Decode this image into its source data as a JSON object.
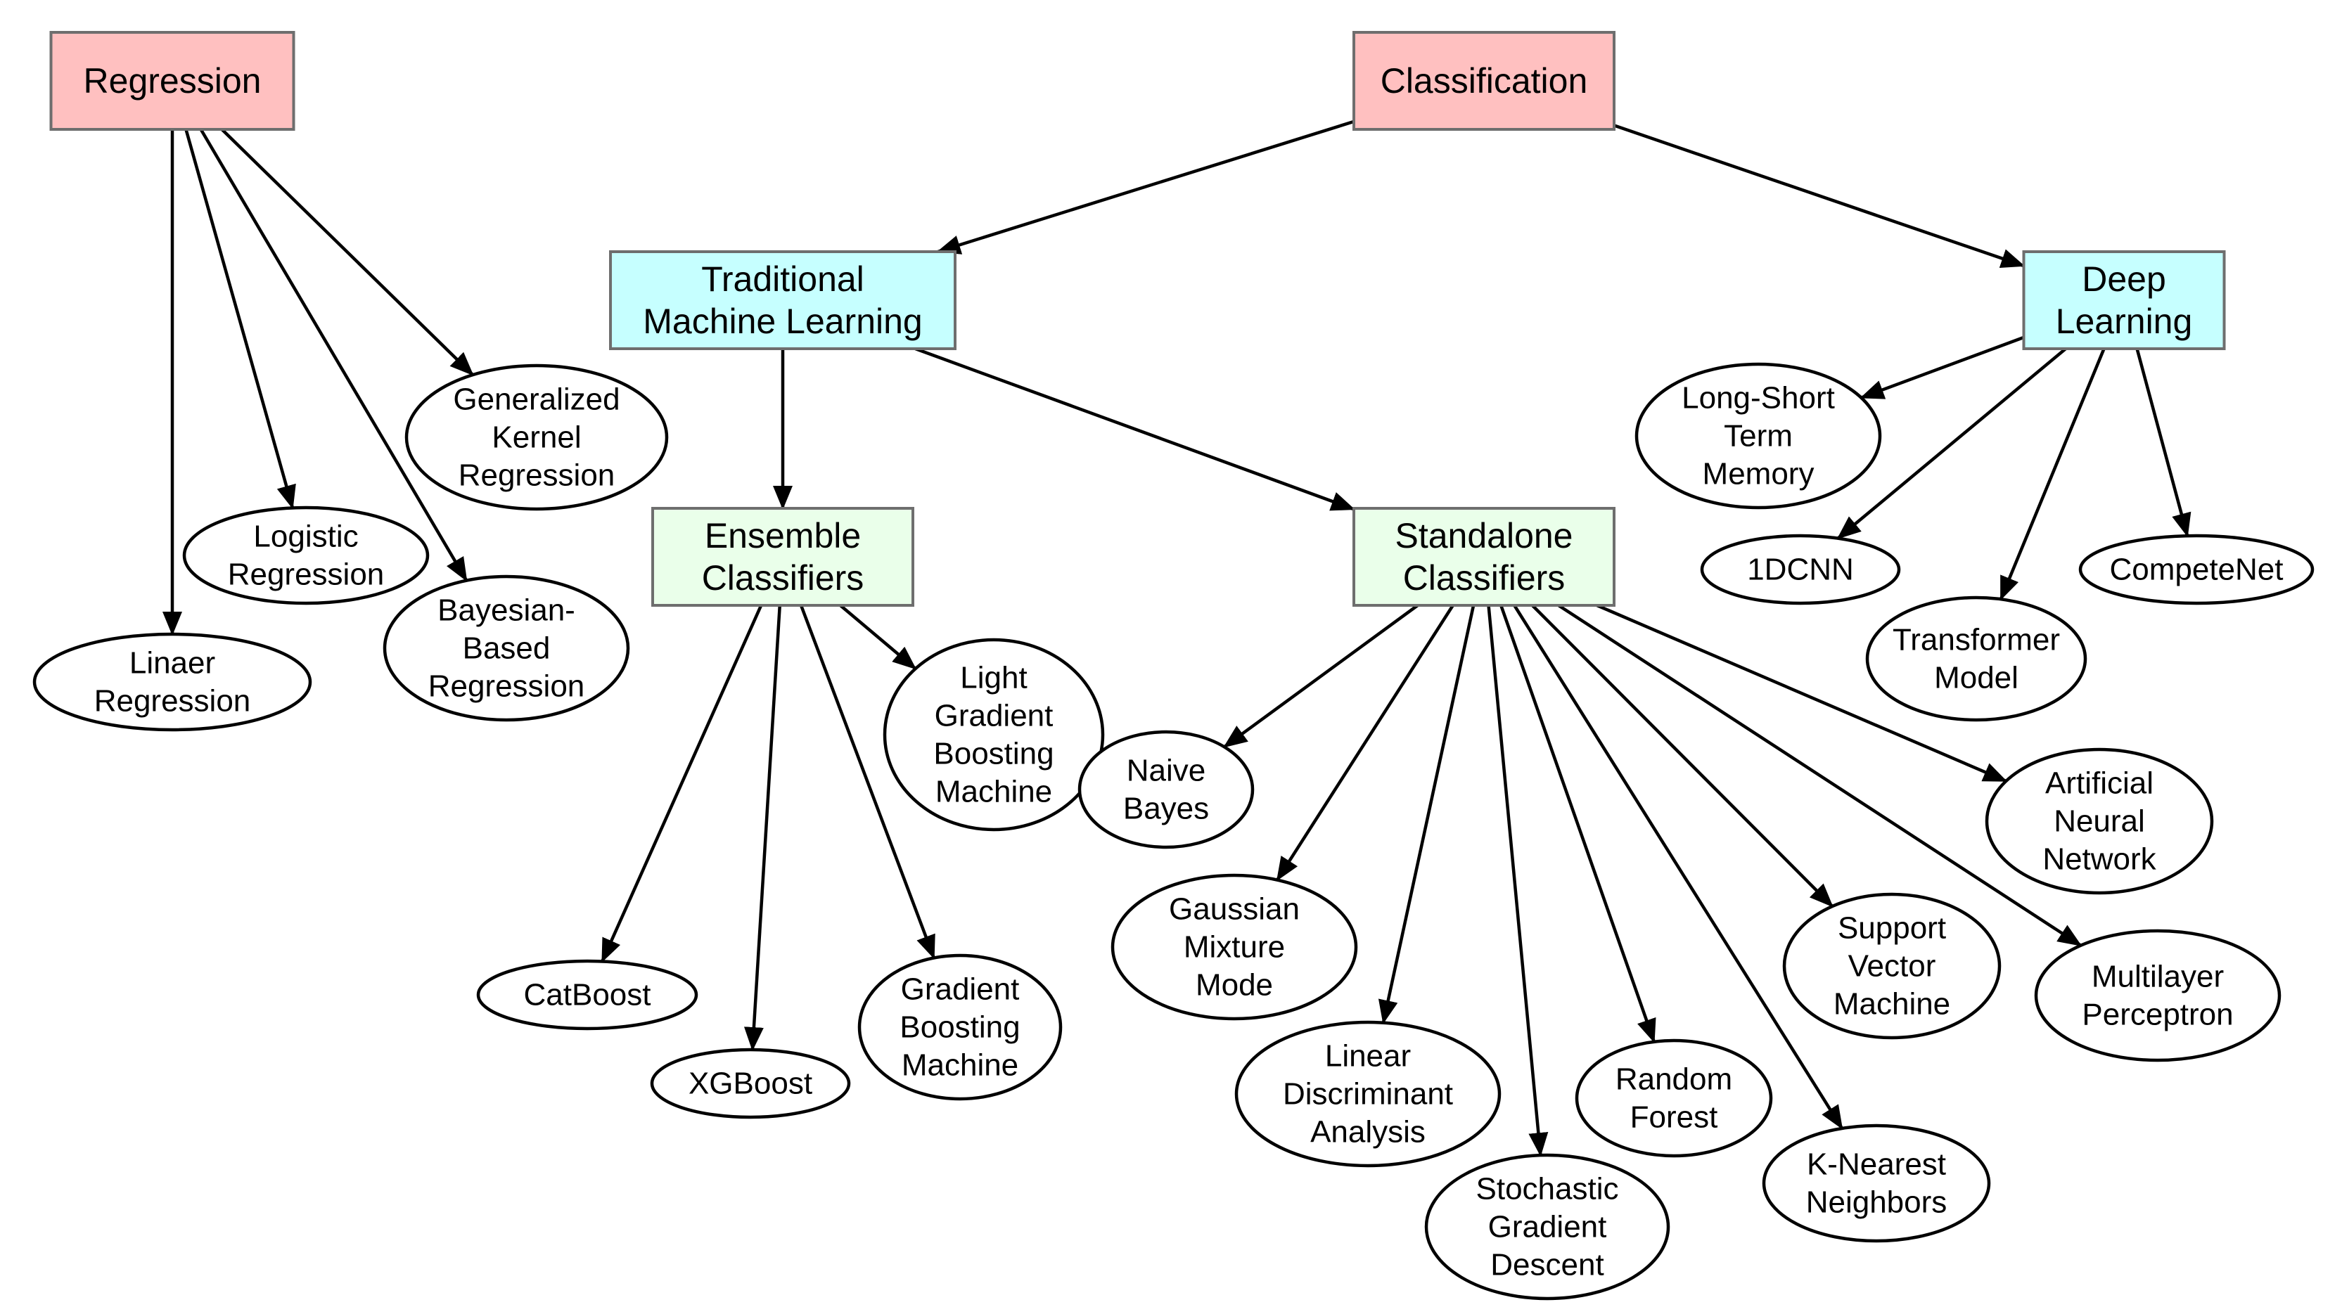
{
  "colors": {
    "root": "#ffc0c0",
    "category": "#c6ffff",
    "group": "#eaffea",
    "leaf": "#ffffff",
    "edge": "#000000"
  },
  "nodes": {
    "regression": {
      "lines": [
        "Regression"
      ],
      "kind": "root"
    },
    "classification": {
      "lines": [
        "Classification"
      ],
      "kind": "root"
    },
    "traditional_ml": {
      "lines": [
        "Traditional",
        "Machine Learning"
      ],
      "kind": "category"
    },
    "deep_learning": {
      "lines": [
        "Deep",
        "Learning"
      ],
      "kind": "category"
    },
    "ensemble": {
      "lines": [
        "Ensemble",
        "Classifiers"
      ],
      "kind": "group"
    },
    "standalone": {
      "lines": [
        "Standalone",
        "Classifiers"
      ],
      "kind": "group"
    },
    "linear_regression": {
      "lines": [
        "Linaer",
        "Regression"
      ],
      "kind": "leaf"
    },
    "logistic_regression": {
      "lines": [
        "Logistic",
        "Regression"
      ],
      "kind": "leaf"
    },
    "bayesian_regression": {
      "lines": [
        "Bayesian-",
        "Based",
        "Regression"
      ],
      "kind": "leaf"
    },
    "gkr": {
      "lines": [
        "Generalized",
        "Kernel",
        "Regression"
      ],
      "kind": "leaf"
    },
    "lgbm": {
      "lines": [
        "Light",
        "Gradient",
        "Boosting",
        "Machine"
      ],
      "kind": "leaf"
    },
    "catboost": {
      "lines": [
        "CatBoost"
      ],
      "kind": "leaf"
    },
    "xgboost": {
      "lines": [
        "XGBoost"
      ],
      "kind": "leaf"
    },
    "gbm": {
      "lines": [
        "Gradient",
        "Boosting",
        "Machine"
      ],
      "kind": "leaf"
    },
    "naive_bayes": {
      "lines": [
        "Naive",
        "Bayes"
      ],
      "kind": "leaf"
    },
    "gmm": {
      "lines": [
        "Gaussian",
        "Mixture",
        "Mode"
      ],
      "kind": "leaf"
    },
    "lda": {
      "lines": [
        "Linear",
        "Discriminant",
        "Analysis"
      ],
      "kind": "leaf"
    },
    "sgd": {
      "lines": [
        "Stochastic",
        "Gradient",
        "Descent"
      ],
      "kind": "leaf"
    },
    "random_forest": {
      "lines": [
        "Random",
        "Forest"
      ],
      "kind": "leaf"
    },
    "knn": {
      "lines": [
        "K-Nearest",
        "Neighbors"
      ],
      "kind": "leaf"
    },
    "svm": {
      "lines": [
        "Support",
        "Vector",
        "Machine"
      ],
      "kind": "leaf"
    },
    "mlp": {
      "lines": [
        "Multilayer",
        "Perceptron"
      ],
      "kind": "leaf"
    },
    "ann": {
      "lines": [
        "Artificial",
        "Neural",
        "Network"
      ],
      "kind": "leaf"
    },
    "lstm": {
      "lines": [
        "Long-Short",
        "Term",
        "Memory"
      ],
      "kind": "leaf"
    },
    "cnn1d": {
      "lines": [
        "1DCNN"
      ],
      "kind": "leaf"
    },
    "transformer": {
      "lines": [
        "Transformer",
        "Model"
      ],
      "kind": "leaf"
    },
    "competenet": {
      "lines": [
        "CompeteNet"
      ],
      "kind": "leaf"
    }
  },
  "edges": [
    [
      "regression",
      "linear_regression"
    ],
    [
      "regression",
      "logistic_regression"
    ],
    [
      "regression",
      "bayesian_regression"
    ],
    [
      "regression",
      "gkr"
    ],
    [
      "classification",
      "traditional_ml"
    ],
    [
      "classification",
      "deep_learning"
    ],
    [
      "traditional_ml",
      "ensemble"
    ],
    [
      "traditional_ml",
      "standalone"
    ],
    [
      "ensemble",
      "lgbm"
    ],
    [
      "ensemble",
      "catboost"
    ],
    [
      "ensemble",
      "xgboost"
    ],
    [
      "ensemble",
      "gbm"
    ],
    [
      "standalone",
      "naive_bayes"
    ],
    [
      "standalone",
      "gmm"
    ],
    [
      "standalone",
      "lda"
    ],
    [
      "standalone",
      "sgd"
    ],
    [
      "standalone",
      "random_forest"
    ],
    [
      "standalone",
      "knn"
    ],
    [
      "standalone",
      "svm"
    ],
    [
      "standalone",
      "mlp"
    ],
    [
      "standalone",
      "ann"
    ],
    [
      "deep_learning",
      "lstm"
    ],
    [
      "deep_learning",
      "cnn1d"
    ],
    [
      "deep_learning",
      "transformer"
    ],
    [
      "deep_learning",
      "competenet"
    ]
  ]
}
